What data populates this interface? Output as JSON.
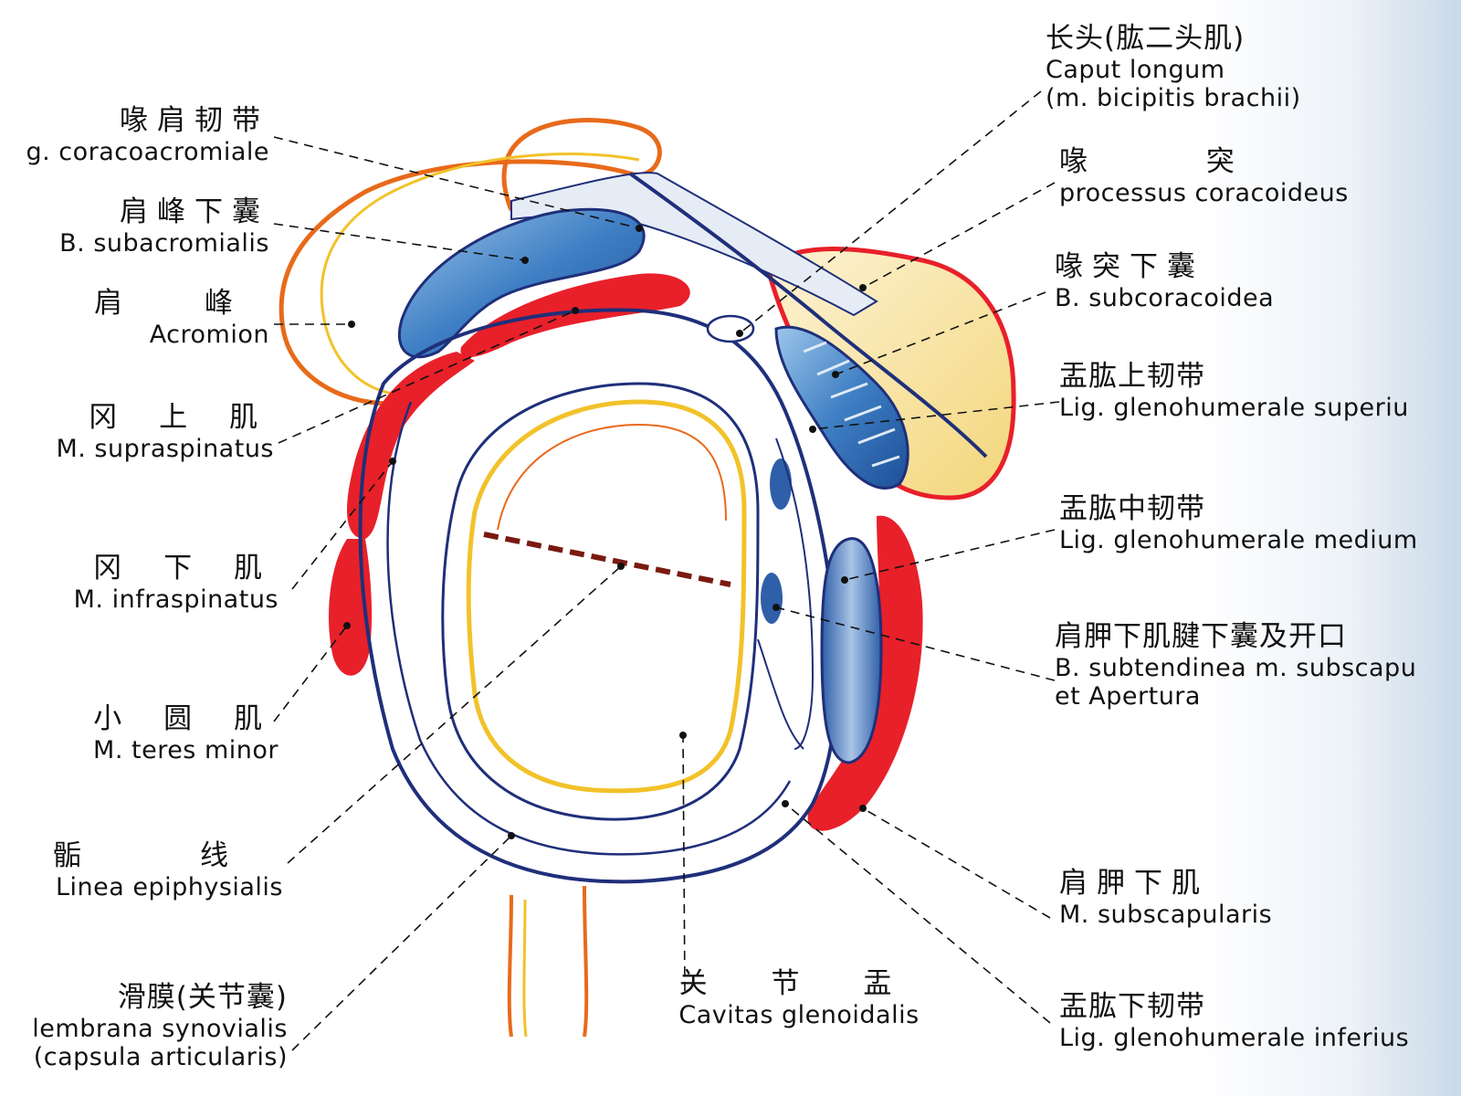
{
  "labels": {
    "coracoacromial": {
      "zh": "喙肩韧带",
      "la": "g. coracoacromiale"
    },
    "subacromial": {
      "zh": "肩峰下囊",
      "la": "B. subacromialis"
    },
    "acromion": {
      "zh": "肩 峰",
      "la": "Acromion"
    },
    "supraspinatus": {
      "zh": "冈 上 肌",
      "la": "M. supraspinatus"
    },
    "infraspinatus": {
      "zh": "冈 下 肌",
      "la": "M. infraspinatus"
    },
    "teres_minor": {
      "zh": "小 圆 肌",
      "la": "M. teres minor"
    },
    "epiphyseal_line": {
      "zh": "骺 线",
      "la": "Linea epiphysialis"
    },
    "synovial": {
      "zh": "滑膜(关节囊)",
      "la1": "lembrana synovialis",
      "la2": "(capsula articularis)"
    },
    "glenoid_cavity": {
      "zh": "关 节 盂",
      "la": "Cavitas glenoidalis"
    },
    "long_head": {
      "zh": "长头(肱二头肌)",
      "la1": "Caput longum",
      "la2": "(m. bicipitis brachii)"
    },
    "coracoid": {
      "zh": "喙 突",
      "la": "processus coracoideus"
    },
    "subcoracoid": {
      "zh": "喙突下囊",
      "la": "B. subcoracoidea"
    },
    "gh_superior": {
      "zh": "盂肱上韧带",
      "la": "Lig. glenohumerale superiu"
    },
    "gh_middle": {
      "zh": "盂肱中韧带",
      "la": "Lig. glenohumerale medium"
    },
    "subtendinous": {
      "zh": "肩胛下肌腱下囊及开口",
      "la1": "B. subtendinea m. subscapu",
      "la2": "et Apertura"
    },
    "subscapularis": {
      "zh": "肩胛下肌",
      "la": "M. subscapularis"
    },
    "gh_inferior": {
      "zh": "盂肱下韧带",
      "la": "Lig. glenohumerale inferius"
    }
  },
  "colors": {
    "muscle": "#e8202a",
    "bursa": "#3f7fc4",
    "bone_outline": "#e86a1a",
    "cartilage": "#f2c22a",
    "capsule": "#1f2f7a",
    "coracoid_fill": "#f7e2a0"
  }
}
